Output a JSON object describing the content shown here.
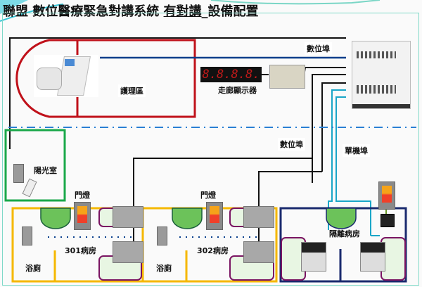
{
  "header": {
    "title_prefix": "聯盟  數位醫療緊急對講系統 ",
    "title_underlined": "有對講",
    "title_suffix": "_設備配置"
  },
  "labels": {
    "nurse_station": "護理區",
    "corridor_display": "走廊顯示器",
    "digital_port_top": "數位埠",
    "digital_port_mid": "數位埠",
    "single_port": "單機埠",
    "sunroom": "陽光室",
    "door_light_1": "門燈",
    "door_light_2": "門燈",
    "room_301": "301病房",
    "room_302": "302病房",
    "bathroom_1": "浴廁",
    "bathroom_2": "浴廁",
    "isolation_room": "隔離病房"
  },
  "display": {
    "digits": "8.8.8.8."
  },
  "colors": {
    "nurse_zone": "#c0111a",
    "sunroom": "#1aa84a",
    "ward": "#f5b800",
    "isolation": "#1a2a6e",
    "digital_line": "#111111",
    "single_line": "#1aa6c8",
    "blue_line": "#0a3f8c",
    "divider": "#2a7fd4",
    "bed": "#7a1462",
    "curtain": "#6cc25a"
  }
}
